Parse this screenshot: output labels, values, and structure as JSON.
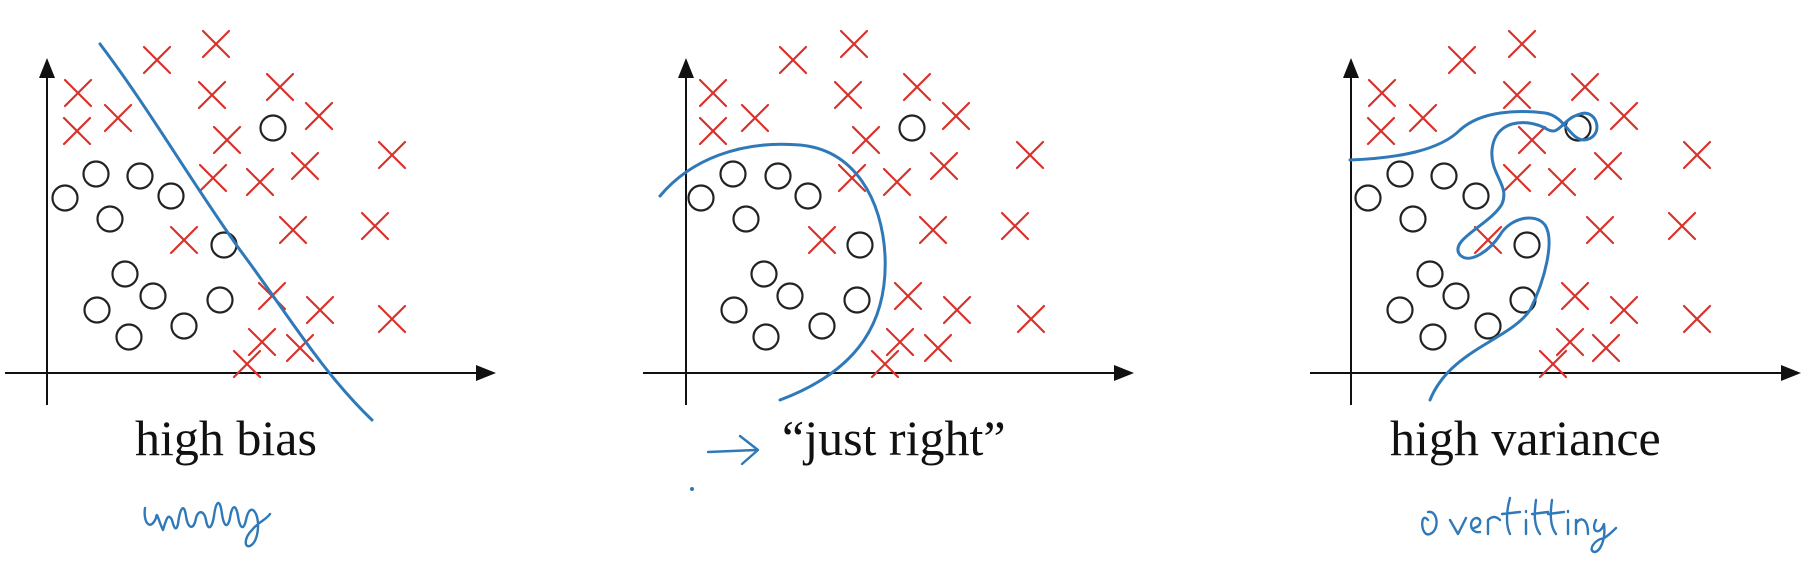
{
  "colors": {
    "circle": "#222222",
    "cross": "#d9322b",
    "boundary": "#2f79b9",
    "axis": "#111111",
    "ink": "#2f79b9"
  },
  "panels": [
    {
      "title": "high bias",
      "handwritten_note": "underfitting",
      "boundary": "linear"
    },
    {
      "title": "“just right”",
      "handwritten_note": "",
      "boundary": "curved"
    },
    {
      "title": "high variance",
      "handwritten_note": "Overfitting",
      "boundary": "wiggly"
    }
  ]
}
